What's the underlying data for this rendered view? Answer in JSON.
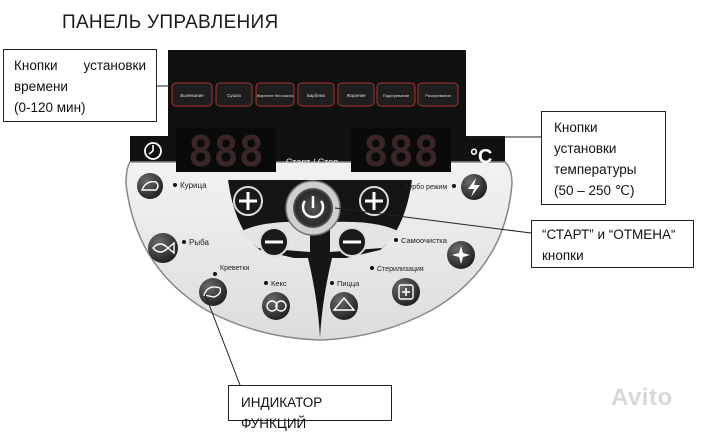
{
  "title": "ПАНЕЛЬ УПРАВЛЕНИЯ",
  "callouts": {
    "time": {
      "line1a": "Кнопки",
      "line1b": "установки",
      "line2": "времени",
      "line3": "(0-120 мин)"
    },
    "temp": {
      "line1": "Кнопки",
      "line2": "установки",
      "line3": "температуры",
      "line4": "(50 – 250 ℃)"
    },
    "start": {
      "line1": "“СТАРТ” и “ОТМЕНА“",
      "line2": "кнопки"
    },
    "functions": {
      "line1": "ИНДИКАТОР ФУНКЦИЙ"
    }
  },
  "mode_tabs": [
    "Выпекание",
    "Сушка",
    "Жарение без масла",
    "Барбекю",
    "Жарение",
    "Подогревание",
    "Разогревание"
  ],
  "display": {
    "left": "888",
    "right": "888",
    "start_stop": "Старт / Стоп",
    "celsius": "°C"
  },
  "functions": {
    "chicken": "Курица",
    "fish": "Рыба",
    "shrimp": "Креветки",
    "cake": "Кекс",
    "pizza": "Пицца",
    "sterilization": "Стерилизация",
    "self_clean": "Самоочистка",
    "turbo": "Турбо режим"
  },
  "watermark": "Avito",
  "colors": {
    "panel_black": "#111111",
    "panel_light": "#e8e8e8",
    "led": "#3a2a2a",
    "button": "#2a2a2a",
    "accent_red": "#c03030"
  }
}
